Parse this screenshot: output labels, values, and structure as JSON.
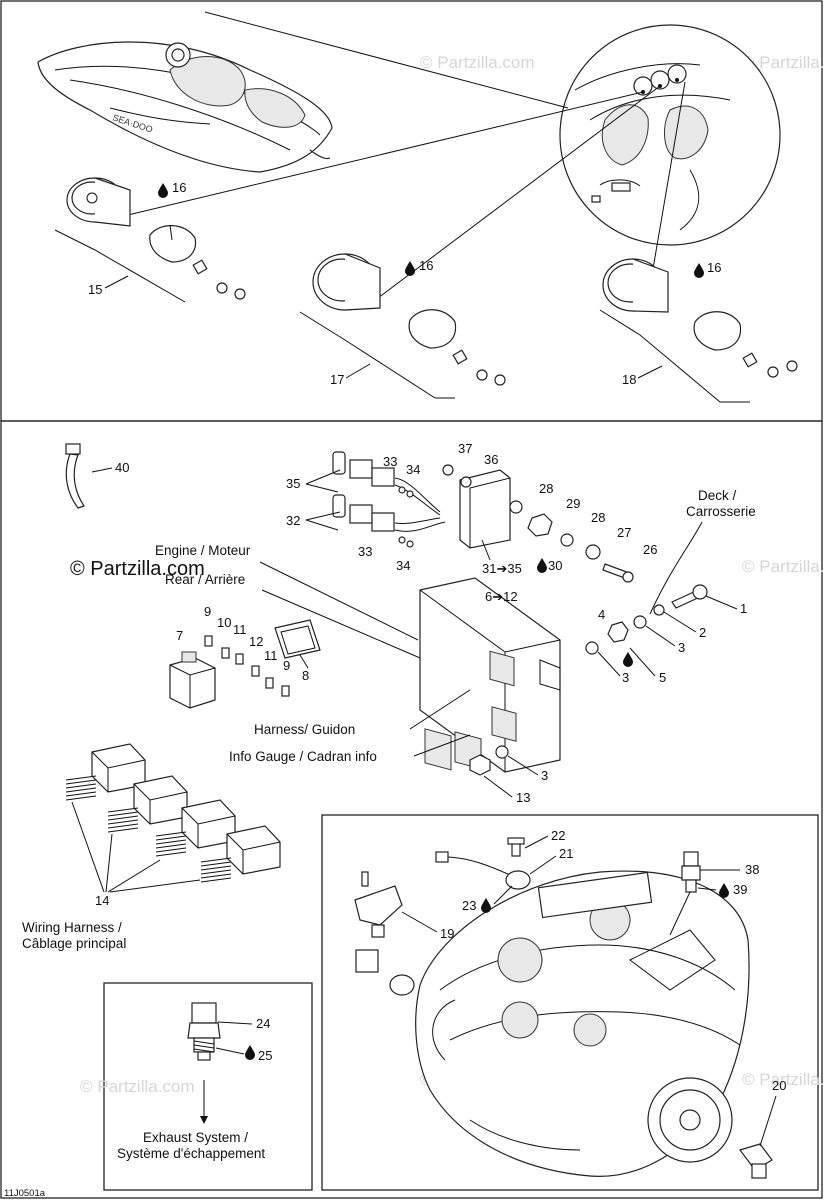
{
  "watermark": {
    "text": "© Partzilla.com",
    "prominent": "© Partzilla.com"
  },
  "diagram_code": "11J0501a",
  "labels": {
    "deck": "Deck /",
    "carrosserie": "Carrosserie",
    "engine_rear_1": "Engine / Moteur",
    "engine_rear_2": "Rear / Arrière",
    "harness": "Harness/ Guidon",
    "info_gauge": "Info Gauge / Cadran info",
    "wiring_1": "Wiring Harness /",
    "wiring_2": "Câblage principal",
    "exhaust_1": "Exhaust System /",
    "exhaust_2": "Système d'échappement"
  },
  "callouts": {
    "c1": "1",
    "c2": "2",
    "c3a": "3",
    "c3b": "3",
    "c3c": "3",
    "c4": "4",
    "c5": "5",
    "c6_12": "6➔12",
    "c7": "7",
    "c8": "8",
    "c9a": "9",
    "c9b": "9",
    "c10": "10",
    "c11a": "11",
    "c11b": "11",
    "c12": "12",
    "c13": "13",
    "c14": "14",
    "c15": "15",
    "c16a": "16",
    "c16b": "16",
    "c16c": "16",
    "c17": "17",
    "c18": "18",
    "c19": "19",
    "c20": "20",
    "c21": "21",
    "c22": "22",
    "c23": "23",
    "c24": "24",
    "c25": "25",
    "c26": "26",
    "c27": "27",
    "c28a": "28",
    "c28b": "28",
    "c29": "29",
    "c30": "30",
    "c31_35": "31➔35",
    "c32": "32",
    "c33a": "33",
    "c33b": "33",
    "c34a": "34",
    "c34b": "34",
    "c35": "35",
    "c36": "36",
    "c37": "37",
    "c38": "38",
    "c39": "39",
    "c40": "40"
  }
}
